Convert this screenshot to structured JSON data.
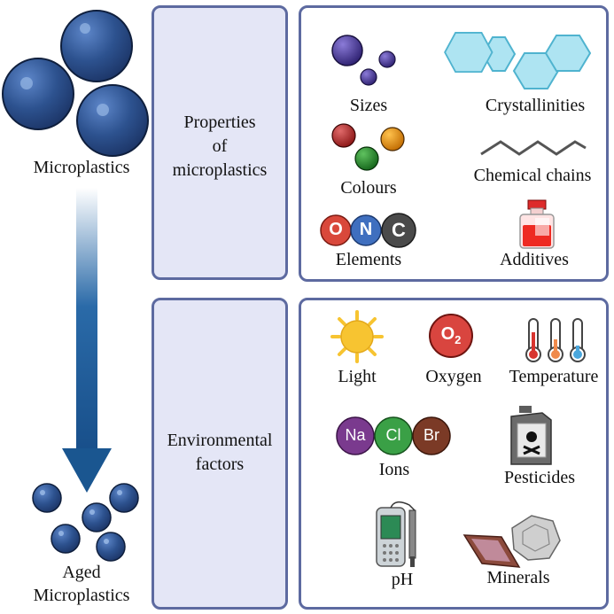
{
  "left": {
    "top_label": "Microplastics",
    "bottom_label_line1": "Aged",
    "bottom_label_line2": "Microplastics"
  },
  "properties_panel": {
    "title_line1": "Properties",
    "title_line2": "of",
    "title_line3": "microplastics",
    "items": {
      "sizes": "Sizes",
      "crystallinities": "Crystallinities",
      "colours": "Colours",
      "chemical_chains": "Chemical chains",
      "elements": "Elements",
      "additives": "Additives"
    },
    "element_letters": [
      "O",
      "N",
      "C"
    ]
  },
  "environment_panel": {
    "title_line1": "Environmental",
    "title_line2": "factors",
    "items": {
      "light": "Light",
      "oxygen": "Oxygen",
      "temperature": "Temperature",
      "ions": "Ions",
      "pesticides": "Pesticides",
      "ph": "pH",
      "minerals": "Minerals"
    },
    "oxygen_symbol": "O",
    "oxygen_subscript": "2",
    "ion_symbols": [
      "Na",
      "Cl",
      "Br"
    ]
  },
  "colors": {
    "panel_border": "#5d6aa0",
    "panel_fill": "#e4e6f6",
    "sphere_blue": "#2a4f8f",
    "arrow_blue": "#1f5a96"
  }
}
